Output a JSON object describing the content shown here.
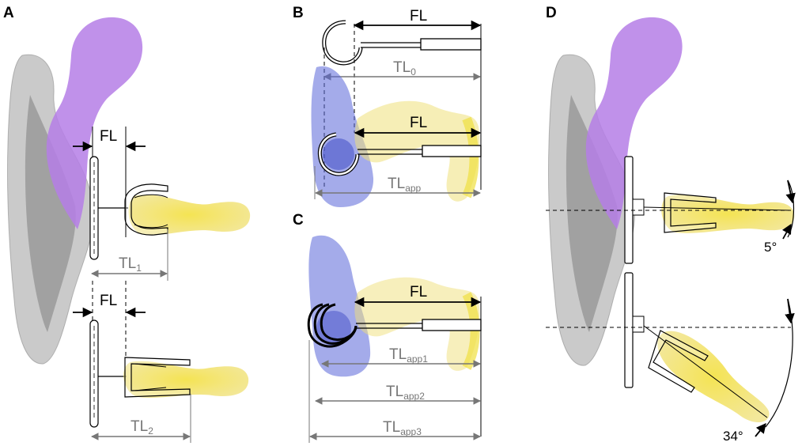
{
  "panels": {
    "A": {
      "letter": "A",
      "fl_top": "FL",
      "fl_bottom": "FL",
      "tl1_main": "TL",
      "tl1_sub": "1",
      "tl2_main": "TL",
      "tl2_sub": "2"
    },
    "B": {
      "letter": "B",
      "fl_top": "FL",
      "tl0_main": "TL",
      "tl0_sub": "0",
      "fl_mid": "FL",
      "tlapp_main": "TL",
      "tlapp_sub": "app"
    },
    "C": {
      "letter": "C",
      "fl": "FL",
      "tlapp1_main": "TL",
      "tlapp1_sub": "app1",
      "tlapp2_main": "TL",
      "tlapp2_sub": "app2",
      "tlapp3_main": "TL",
      "tlapp3_sub": "app3"
    },
    "D": {
      "letter": "D",
      "angle_top": "5°",
      "angle_bottom": "34°"
    }
  },
  "colors": {
    "purple": "#b57ee6",
    "gray": "#8a8a8a",
    "yellow": "#f2e04a",
    "blue": "#5a66d8",
    "dim_gray": "#777777"
  }
}
